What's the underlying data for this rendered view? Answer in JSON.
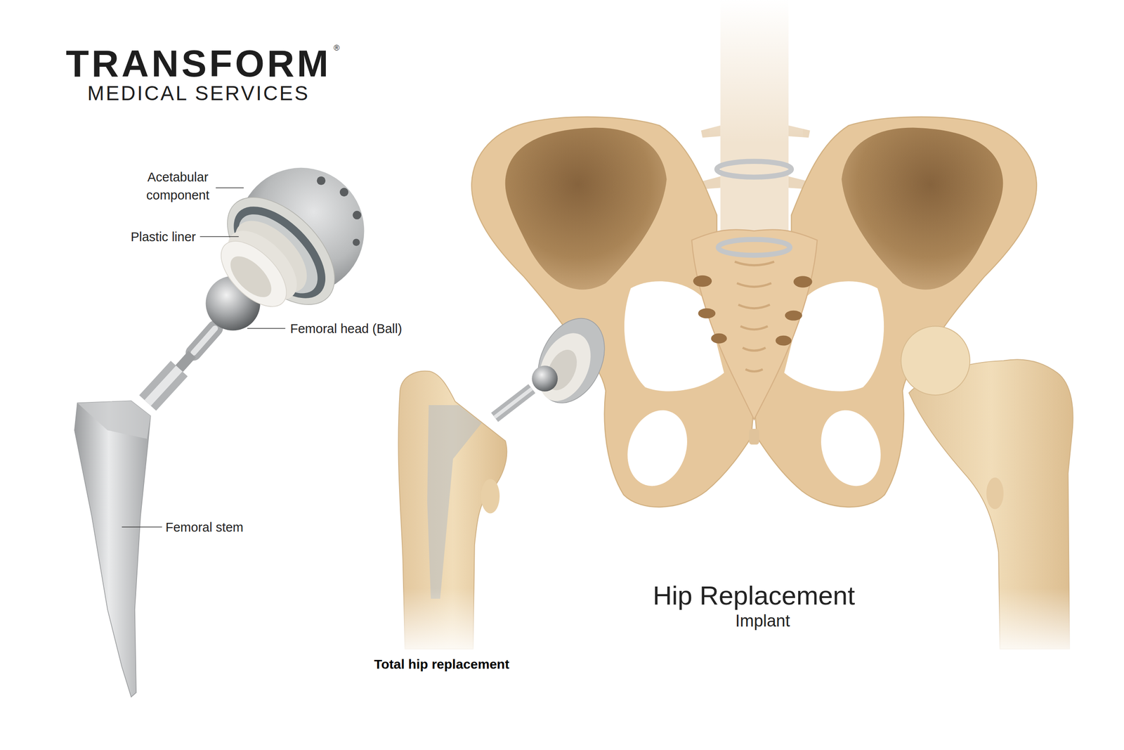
{
  "diagram": {
    "title": "Hip Replacement",
    "labels": [
      "TRANSFORM",
      "®",
      "MEDICAL SERVICES",
      "Acetabular component",
      "Plastic liner",
      "Femoral head (Ball)",
      "Femoral stem",
      "Implant",
      "Total hip replacement"
    ]
  }
}
